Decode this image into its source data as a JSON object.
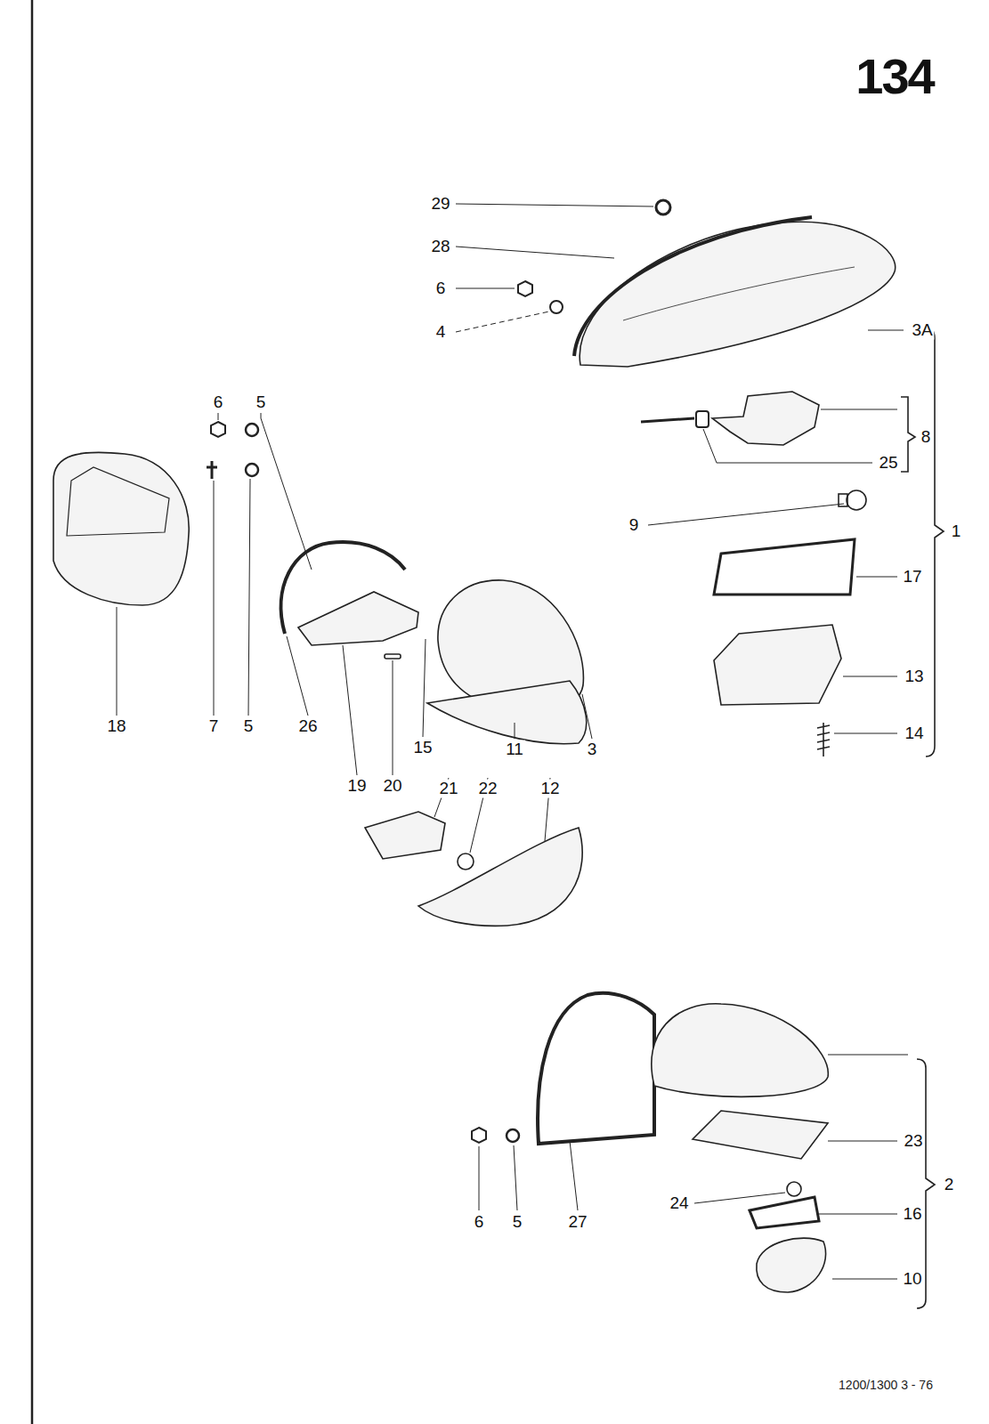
{
  "diagram": {
    "title": "134",
    "caption": "1200/1300 3 - 76",
    "labels": [
      "29",
      "28",
      "6",
      "4",
      "3A",
      "8",
      "25",
      "9",
      "1",
      "17",
      "13",
      "14",
      "6",
      "5",
      "18",
      "7",
      "5",
      "26",
      "15",
      "11",
      "3",
      "19",
      "20",
      "21",
      "22",
      "12",
      "23",
      "2",
      "24",
      "16",
      "6",
      "5",
      "27",
      "10"
    ]
  }
}
